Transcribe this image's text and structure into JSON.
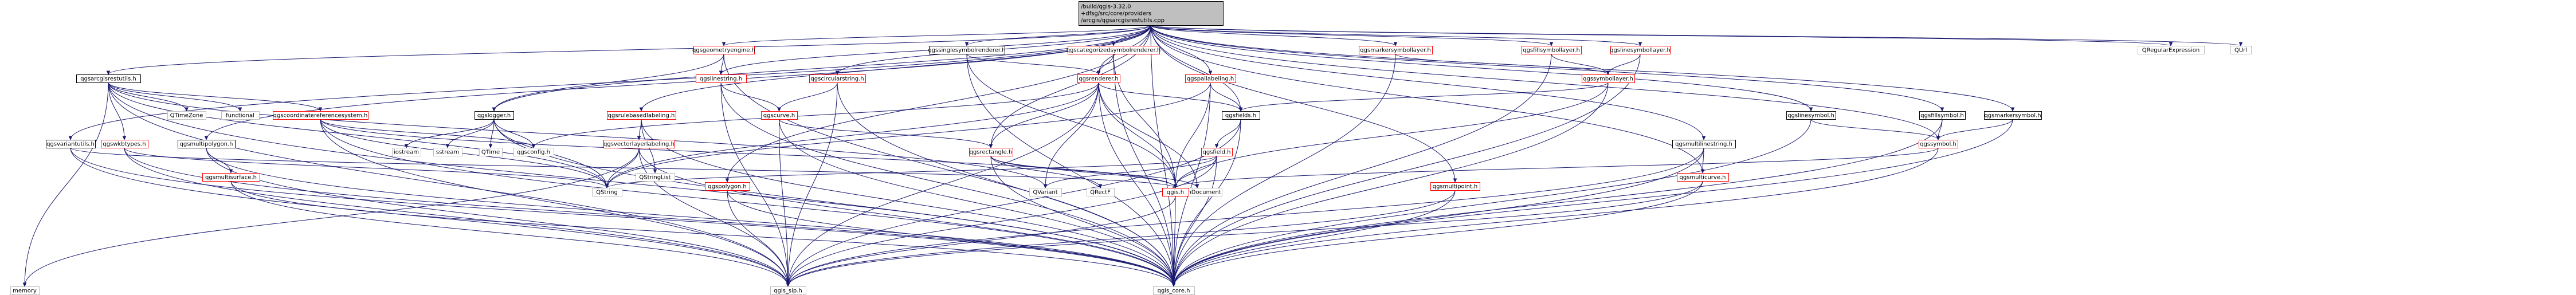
{
  "diagram": {
    "root": {
      "id": "root",
      "lines": [
        "/build/qgis-3.32.0",
        "+dfsg/src/core/providers",
        "/arcgis/qgsarcgisrestutils.cpp"
      ]
    },
    "nodes": [
      {
        "id": "qgsarcgisrestutils_h",
        "label": "qgsarcgisrestutils.h",
        "kind": "normal"
      },
      {
        "id": "QTimeZone",
        "label": "QTimeZone",
        "kind": "external"
      },
      {
        "id": "functional",
        "label": "functional",
        "kind": "external"
      },
      {
        "id": "memory",
        "label": "memory",
        "kind": "external"
      },
      {
        "id": "qgscoordinatereferencesystem_h",
        "label": "qgscoordinatereferencesystem.h",
        "kind": "red"
      },
      {
        "id": "qgswkbtypes_h",
        "label": "qgswkbtypes.h",
        "kind": "red"
      },
      {
        "id": "qgsvariantutils_h",
        "label": "qgsvariantutils.h",
        "kind": "normal"
      },
      {
        "id": "qgslogger_h",
        "label": "qgslogger.h",
        "kind": "normal"
      },
      {
        "id": "iostream",
        "label": "iostream",
        "kind": "external"
      },
      {
        "id": "sstream",
        "label": "sstream",
        "kind": "external"
      },
      {
        "id": "QTime",
        "label": "QTime",
        "kind": "external"
      },
      {
        "id": "qgsconfig_h",
        "label": "qgsconfig.h",
        "kind": "external"
      },
      {
        "id": "qgsmultipolygon_h",
        "label": "qgsmultipolygon.h",
        "kind": "normal"
      },
      {
        "id": "qgsmultisurface_h",
        "label": "qgsmultisurface.h",
        "kind": "red"
      },
      {
        "id": "qgsgeometryengine_h",
        "label": "qgsgeometryengine.h",
        "kind": "red"
      },
      {
        "id": "qgslinestring_h",
        "label": "qgslinestring.h",
        "kind": "red"
      },
      {
        "id": "qgscurve_h",
        "label": "qgscurve.h",
        "kind": "red"
      },
      {
        "id": "qgspolygon_h",
        "label": "qgspolygon.h",
        "kind": "red"
      },
      {
        "id": "qgsrulebasedlabeling_h",
        "label": "qgsrulebasedlabeling.h",
        "kind": "red"
      },
      {
        "id": "qgsvectorlayerlabeling_h",
        "label": "qgsvectorlayerlabeling.h",
        "kind": "red"
      },
      {
        "id": "qgscircularstring_h",
        "label": "qgscircularstring.h",
        "kind": "red"
      },
      {
        "id": "qgssinglesymbolrenderer_h",
        "label": "qgssinglesymbolrenderer.h",
        "kind": "normal"
      },
      {
        "id": "qgscategorizedsymbolrenderer_h",
        "label": "qgscategorizedsymbolrenderer.h",
        "kind": "red"
      },
      {
        "id": "qgsrenderer_h",
        "label": "qgsrenderer.h",
        "kind": "red"
      },
      {
        "id": "qgsrectangle_h",
        "label": "qgsrectangle.h",
        "kind": "red"
      },
      {
        "id": "qgspallabeling_h",
        "label": "qgspallabeling.h",
        "kind": "red"
      },
      {
        "id": "qgsfields_h",
        "label": "qgsfields.h",
        "kind": "normal"
      },
      {
        "id": "qgsfield_h",
        "label": "qgsfield.h",
        "kind": "red"
      },
      {
        "id": "qgsmarkersymbollayer_h",
        "label": "qgsmarkersymbollayer.h",
        "kind": "red"
      },
      {
        "id": "qgsfillsymbollayer_h",
        "label": "qgsfillsymbollayer.h",
        "kind": "red"
      },
      {
        "id": "qgslinesymbollayer_h",
        "label": "qgslinesymbollayer.h",
        "kind": "red"
      },
      {
        "id": "qgssymbollayer_h",
        "label": "qgssymbollayer.h",
        "kind": "red"
      },
      {
        "id": "qgslinesymbol_h",
        "label": "qgslinesymbol.h",
        "kind": "normal"
      },
      {
        "id": "qgsfillsymbol_h",
        "label": "qgsfillsymbol.h",
        "kind": "normal"
      },
      {
        "id": "qgsmarkersymbol_h",
        "label": "qgsmarkersymbol.h",
        "kind": "normal"
      },
      {
        "id": "qgssymbol_h",
        "label": "qgssymbol.h",
        "kind": "red"
      },
      {
        "id": "qgsmultilinestring_h",
        "label": "qgsmultilinestring.h",
        "kind": "normal"
      },
      {
        "id": "qgsmulticurve_h",
        "label": "qgsmulticurve.h",
        "kind": "red"
      },
      {
        "id": "qgsmultipoint_h",
        "label": "qgsmultipoint.h",
        "kind": "red"
      },
      {
        "id": "QRegularExpression",
        "label": "QRegularExpression",
        "kind": "external"
      },
      {
        "id": "QUrl",
        "label": "QUrl",
        "kind": "external"
      },
      {
        "id": "QString",
        "label": "QString",
        "kind": "external"
      },
      {
        "id": "QStringList",
        "label": "QStringList",
        "kind": "external"
      },
      {
        "id": "QVariant",
        "label": "QVariant",
        "kind": "external"
      },
      {
        "id": "QRectF",
        "label": "QRectF",
        "kind": "external"
      },
      {
        "id": "QDomDocument",
        "label": "QDomDocument",
        "kind": "external"
      },
      {
        "id": "qgis_h",
        "label": "qgis.h",
        "kind": "red"
      },
      {
        "id": "qgis_sip_h",
        "label": "qgis_sip.h",
        "kind": "external"
      },
      {
        "id": "qgis_core_h",
        "label": "qgis_core.h",
        "kind": "external"
      }
    ],
    "edges": [
      [
        "root",
        "qgsarcgisrestutils_h"
      ],
      [
        "root",
        "qgsvariantutils_h"
      ],
      [
        "root",
        "qgslogger_h"
      ],
      [
        "root",
        "qgsmultipolygon_h"
      ],
      [
        "root",
        "qgsgeometryengine_h"
      ],
      [
        "root",
        "qgslinestring_h"
      ],
      [
        "root",
        "qgspolygon_h"
      ],
      [
        "root",
        "qgsrulebasedlabeling_h"
      ],
      [
        "root",
        "qgscircularstring_h"
      ],
      [
        "root",
        "qgssinglesymbolrenderer_h"
      ],
      [
        "root",
        "qgscategorizedsymbolrenderer_h"
      ],
      [
        "root",
        "qgsrenderer_h"
      ],
      [
        "root",
        "qgspallabeling_h"
      ],
      [
        "root",
        "qgsfields_h"
      ],
      [
        "root",
        "qgsmarkersymbollayer_h"
      ],
      [
        "root",
        "qgsfillsymbollayer_h"
      ],
      [
        "root",
        "qgslinesymbollayer_h"
      ],
      [
        "root",
        "qgslinesymbol_h"
      ],
      [
        "root",
        "qgsfillsymbol_h"
      ],
      [
        "root",
        "qgsmarkersymbol_h"
      ],
      [
        "root",
        "qgssymbol_h"
      ],
      [
        "root",
        "qgsmultilinestring_h"
      ],
      [
        "root",
        "qgsmulticurve_h"
      ],
      [
        "root",
        "qgsmultipoint_h"
      ],
      [
        "root",
        "QRegularExpression"
      ],
      [
        "root",
        "QUrl"
      ],
      [
        "root",
        "qgsrectangle_h"
      ],
      [
        "root",
        "qgis_core_h"
      ],
      [
        "qgsarcgisrestutils_h",
        "QTimeZone"
      ],
      [
        "qgsarcgisrestutils_h",
        "functional"
      ],
      [
        "qgsarcgisrestutils_h",
        "memory"
      ],
      [
        "qgsarcgisrestutils_h",
        "qgscoordinatereferencesystem_h"
      ],
      [
        "qgsarcgisrestutils_h",
        "qgswkbtypes_h"
      ],
      [
        "qgsarcgisrestutils_h",
        "qgis_core_h"
      ],
      [
        "qgsarcgisrestutils_h",
        "qgis_sip_h"
      ],
      [
        "qgsarcgisrestutils_h",
        "QVariant"
      ],
      [
        "qgsarcgisrestutils_h",
        "QString"
      ],
      [
        "qgscoordinatereferencesystem_h",
        "qgis_core_h"
      ],
      [
        "qgscoordinatereferencesystem_h",
        "qgis_sip_h"
      ],
      [
        "qgscoordinatereferencesystem_h",
        "QString"
      ],
      [
        "qgscoordinatereferencesystem_h",
        "qgsconfig_h"
      ],
      [
        "qgscoordinatereferencesystem_h",
        "qgis_h"
      ],
      [
        "qgswkbtypes_h",
        "qgis_core_h"
      ],
      [
        "qgswkbtypes_h",
        "qgis_sip_h"
      ],
      [
        "qgswkbtypes_h",
        "QString"
      ],
      [
        "qgsvariantutils_h",
        "qgis_core_h"
      ],
      [
        "qgsvariantutils_h",
        "qgis_sip_h"
      ],
      [
        "qgsvariantutils_h",
        "qgis_h"
      ],
      [
        "qgslogger_h",
        "iostream"
      ],
      [
        "qgslogger_h",
        "sstream"
      ],
      [
        "qgslogger_h",
        "QTime"
      ],
      [
        "qgslogger_h",
        "qgsconfig_h"
      ],
      [
        "qgslogger_h",
        "qgis_core_h"
      ],
      [
        "qgslogger_h",
        "QString"
      ],
      [
        "qgsmultipolygon_h",
        "qgsmultisurface_h"
      ],
      [
        "qgsmultipolygon_h",
        "qgis_core_h"
      ],
      [
        "qgsmultipolygon_h",
        "qgis_sip_h"
      ],
      [
        "qgsmultisurface_h",
        "qgis_core_h"
      ],
      [
        "qgsmultisurface_h",
        "qgis_sip_h"
      ],
      [
        "qgsgeometryengine_h",
        "qgslinestring_h"
      ],
      [
        "qgsgeometryengine_h",
        "qgslogger_h"
      ],
      [
        "qgsgeometryengine_h",
        "qgis_core_h"
      ],
      [
        "qgslinestring_h",
        "qgscurve_h"
      ],
      [
        "qgslinestring_h",
        "qgis_core_h"
      ],
      [
        "qgslinestring_h",
        "qgis_sip_h"
      ],
      [
        "qgscurve_h",
        "qgis_core_h"
      ],
      [
        "qgscurve_h",
        "qgis_sip_h"
      ],
      [
        "qgscurve_h",
        "qgsrectangle_h"
      ],
      [
        "qgspolygon_h",
        "qgis_core_h"
      ],
      [
        "qgspolygon_h",
        "qgis_sip_h"
      ],
      [
        "qgsrulebasedlabeling_h",
        "qgsvectorlayerlabeling_h"
      ],
      [
        "qgsrulebasedlabeling_h",
        "qgis_core_h"
      ],
      [
        "qgsrulebasedlabeling_h",
        "QStringList"
      ],
      [
        "qgsvectorlayerlabeling_h",
        "QString"
      ],
      [
        "qgsvectorlayerlabeling_h",
        "qgis_core_h"
      ],
      [
        "qgsvectorlayerlabeling_h",
        "qgis_sip_h"
      ],
      [
        "qgsvectorlayerlabeling_h",
        "memory"
      ],
      [
        "qgscircularstring_h",
        "qgscurve_h"
      ],
      [
        "qgscircularstring_h",
        "qgis_core_h"
      ],
      [
        "qgscircularstring_h",
        "qgis_sip_h"
      ],
      [
        "qgssinglesymbolrenderer_h",
        "qgsrenderer_h"
      ],
      [
        "qgssinglesymbolrenderer_h",
        "qgis_core_h"
      ],
      [
        "qgssinglesymbolrenderer_h",
        "qgis_h"
      ],
      [
        "qgscategorizedsymbolrenderer_h",
        "qgsrenderer_h"
      ],
      [
        "qgscategorizedsymbolrenderer_h",
        "qgis_core_h"
      ],
      [
        "qgscategorizedsymbolrenderer_h",
        "qgis_h"
      ],
      [
        "qgsrenderer_h",
        "qgis_core_h"
      ],
      [
        "qgsrenderer_h",
        "qgis_sip_h"
      ],
      [
        "qgsrenderer_h",
        "qgis_h"
      ],
      [
        "qgsrenderer_h",
        "qgsrectangle_h"
      ],
      [
        "qgsrenderer_h",
        "qgsfields_h"
      ],
      [
        "qgsrenderer_h",
        "QString"
      ],
      [
        "qgsrenderer_h",
        "QVariant"
      ],
      [
        "qgsrenderer_h",
        "QDomDocument"
      ],
      [
        "qgsrenderer_h",
        "qgsconfig_h"
      ],
      [
        "qgsrectangle_h",
        "qgis_core_h"
      ],
      [
        "qgsrectangle_h",
        "qgis_h"
      ],
      [
        "qgsrectangle_h",
        "QDomDocument"
      ],
      [
        "qgsrectangle_h",
        "QRectF"
      ],
      [
        "qgspallabeling_h",
        "qgsfields_h"
      ],
      [
        "qgspallabeling_h",
        "qgis_core_h"
      ],
      [
        "qgspallabeling_h",
        "QString"
      ],
      [
        "qgspallabeling_h",
        "qgis_h"
      ],
      [
        "qgsfields_h",
        "qgsfield_h"
      ],
      [
        "qgsfields_h",
        "qgis_core_h"
      ],
      [
        "qgsfields_h",
        "qgis_sip_h"
      ],
      [
        "qgsfield_h",
        "qgis_core_h"
      ],
      [
        "qgsfield_h",
        "qgis_sip_h"
      ],
      [
        "qgsfield_h",
        "QString"
      ],
      [
        "qgsfield_h",
        "QVariant"
      ],
      [
        "qgsfield_h",
        "qgis_h"
      ],
      [
        "qgsmarkersymbollayer_h",
        "qgssymbollayer_h"
      ],
      [
        "qgsmarkersymbollayer_h",
        "qgis_core_h"
      ],
      [
        "qgsfillsymbollayer_h",
        "qgssymbollayer_h"
      ],
      [
        "qgsfillsymbollayer_h",
        "qgis_core_h"
      ],
      [
        "qgslinesymbollayer_h",
        "qgssymbollayer_h"
      ],
      [
        "qgslinesymbollayer_h",
        "qgis_core_h"
      ],
      [
        "qgssymbollayer_h",
        "qgis_core_h"
      ],
      [
        "qgssymbollayer_h",
        "qgis_h"
      ],
      [
        "qgssymbollayer_h",
        "qgsfields_h"
      ],
      [
        "qgslinesymbol_h",
        "qgssymbol_h"
      ],
      [
        "qgslinesymbol_h",
        "qgis_core_h"
      ],
      [
        "qgsfillsymbol_h",
        "qgssymbol_h"
      ],
      [
        "qgsfillsymbol_h",
        "qgis_core_h"
      ],
      [
        "qgsmarkersymbol_h",
        "qgssymbol_h"
      ],
      [
        "qgsmarkersymbol_h",
        "qgis_core_h"
      ],
      [
        "qgssymbol_h",
        "qgis_core_h"
      ],
      [
        "qgssymbol_h",
        "qgis_h"
      ],
      [
        "qgsmultilinestring_h",
        "qgsmulticurve_h"
      ],
      [
        "qgsmultilinestring_h",
        "qgis_core_h"
      ],
      [
        "qgsmultilinestring_h",
        "qgis_sip_h"
      ],
      [
        "qgsmulticurve_h",
        "qgis_core_h"
      ],
      [
        "qgsmulticurve_h",
        "qgis_sip_h"
      ],
      [
        "qgsmultipoint_h",
        "qgis_core_h"
      ],
      [
        "qgsmultipoint_h",
        "qgis_sip_h"
      ],
      [
        "qgis_h",
        "qgis_sip_h"
      ],
      [
        "qgis_h",
        "qgis_core_h"
      ]
    ]
  },
  "colors": {
    "edge": "#191970",
    "normal_border": "#000000",
    "red_border": "#ff0000",
    "external_border": "#bfbfbf",
    "root_fill": "#bfbfbf",
    "node_fill": "#ffffff",
    "text": "#000000"
  }
}
